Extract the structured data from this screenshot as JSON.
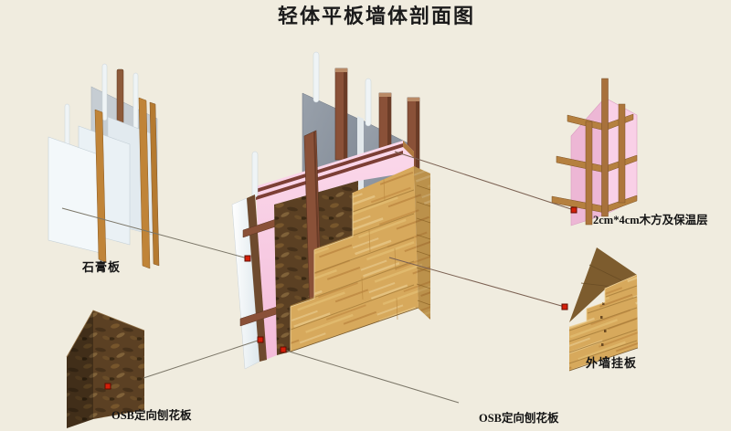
{
  "title": "轻体平板墙体剖面图",
  "callouts": {
    "gypsum_board": {
      "label": "石膏板"
    },
    "osb_left": {
      "label": "OSB定向刨花板"
    },
    "osb_center": {
      "label": "OSB定向刨花板"
    },
    "battens_insulation": {
      "label": "2cm*4cm木方及保温层"
    },
    "exterior_siding": {
      "label": "外墙挂板"
    }
  },
  "colors": {
    "background": "#f0ecdf",
    "insulation_pink_light": "#f9d0e7",
    "insulation_pink_dark": "#edb7d5",
    "siding_wood": "#d7a95c",
    "osb_brown": "#5b4023",
    "gypsum_white": "#f3f8fa",
    "panel_gray": "#8e97a3",
    "stud_brown": "#8a5138",
    "batten_tan": "#b5803f",
    "rail_maroon": "#7c3f35",
    "marker_red": "#d41f0a",
    "leader_line": "#7b7668",
    "text": "#141414"
  }
}
